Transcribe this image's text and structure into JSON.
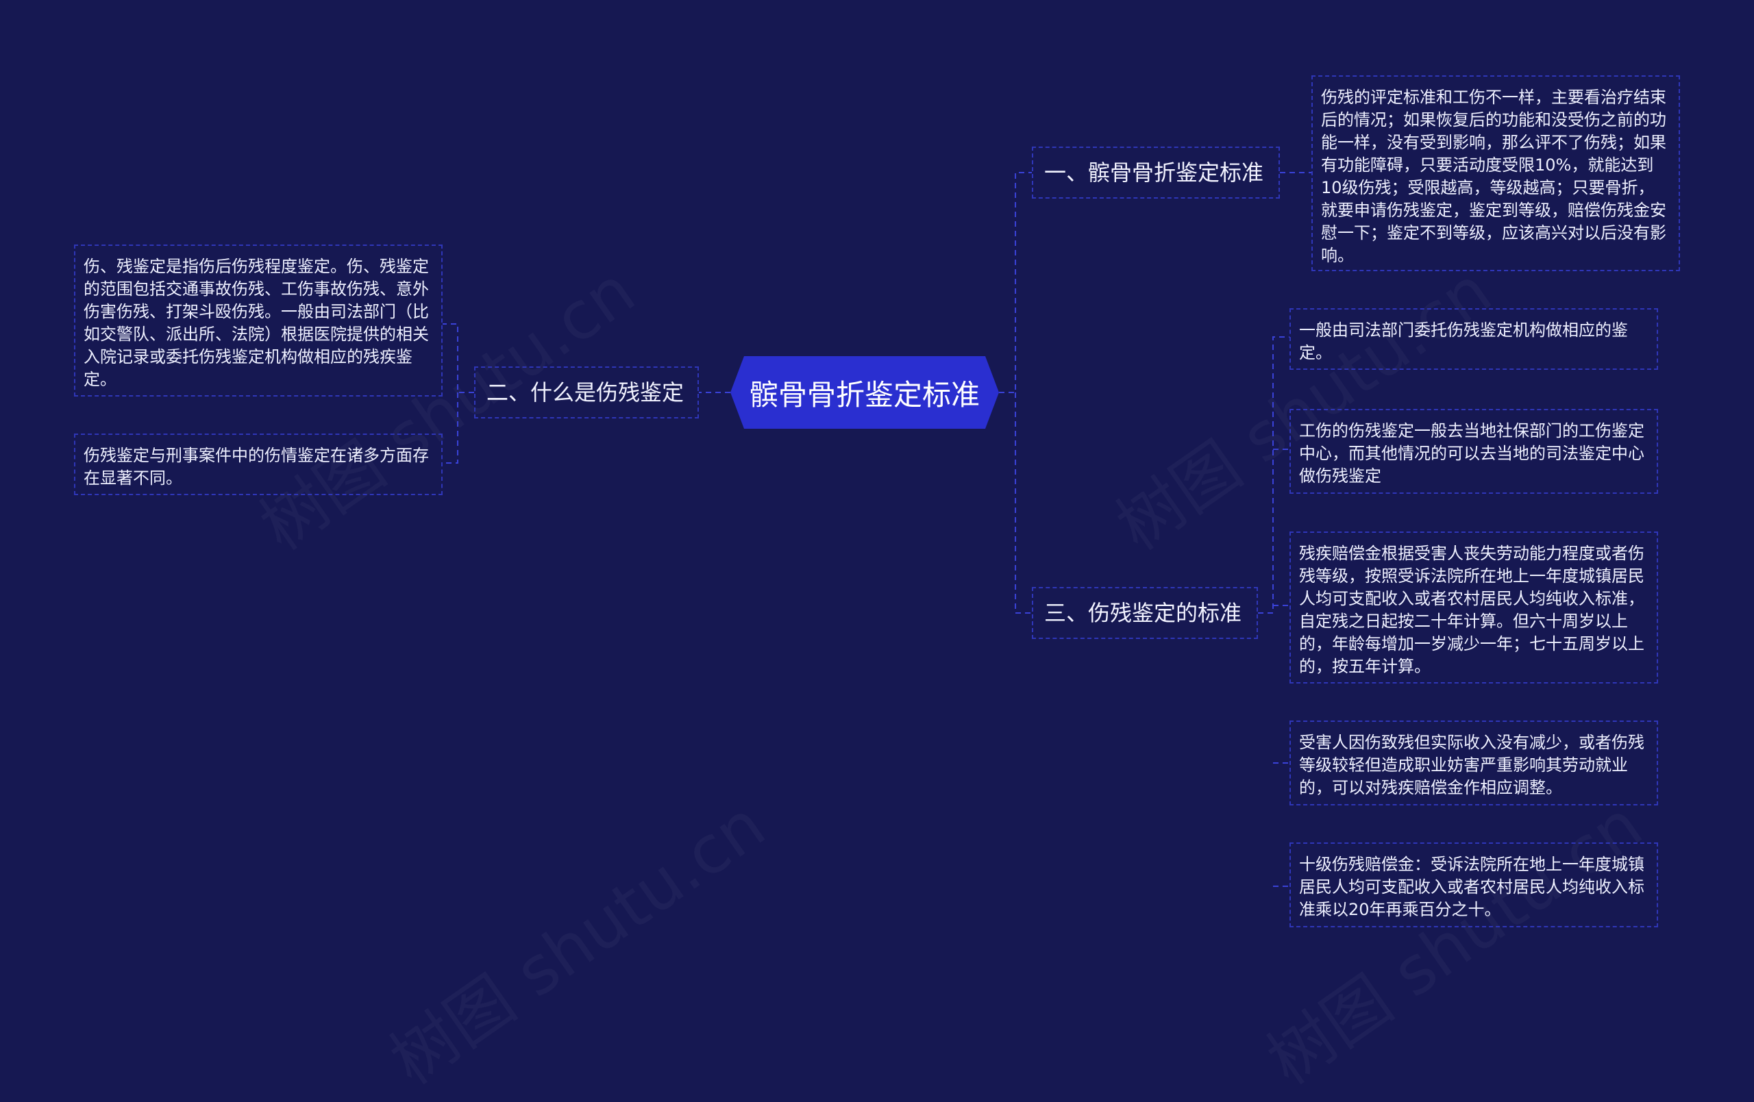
{
  "root": {
    "title": "髌骨骨折鉴定标准"
  },
  "branches": {
    "b1": {
      "label": "一、髌骨骨折鉴定标准"
    },
    "b2": {
      "label": "二、什么是伤残鉴定"
    },
    "b3": {
      "label": "三、伤残鉴定的标准"
    }
  },
  "leaves": {
    "b1_0": "伤残的评定标准和工伤不一样，主要看治疗结束后的情况；如果恢复后的功能和没受伤之前的功能一样，没有受到影响，那么评不了伤残；如果有功能障碍，只要活动度受限10%，就能达到10级伤残；受限越高，等级越高；只要骨折，就要申请伤残鉴定，鉴定到等级，赔偿伤残金安慰一下；鉴定不到等级，应该高兴对以后没有影响。",
    "b2_0": "伤、残鉴定是指伤后伤残程度鉴定。伤、残鉴定的范围包括交通事故伤残、工伤事故伤残、意外伤害伤残、打架斗殴伤残。一般由司法部门（比如交警队、派出所、法院）根据医院提供的相关入院记录或委托伤残鉴定机构做相应的残疾鉴定。",
    "b2_1": "伤残鉴定与刑事案件中的伤情鉴定在诸多方面存在显著不同。",
    "b3_0": "一般由司法部门委托伤残鉴定机构做相应的鉴定。",
    "b3_1": "工伤的伤残鉴定一般去当地社保部门的工伤鉴定中心，而其他情况的可以去当地的司法鉴定中心做伤残鉴定",
    "b3_2": "残疾赔偿金根据受害人丧失劳动能力程度或者伤残等级，按照受诉法院所在地上一年度城镇居民人均可支配收入或者农村居民人均纯收入标准，自定残之日起按二十年计算。但六十周岁以上的，年龄每增加一岁减少一年；七十五周岁以上的，按五年计算。",
    "b3_3": "受害人因伤致残但实际收入没有减少，或者伤残等级较轻但造成职业妨害严重影响其劳动就业的，可以对残疾赔偿金作相应调整。",
    "b3_4": "十级伤残赔偿金：受诉法院所在地上一年度城镇居民人均可支配收入或者农村居民人均纯收入标准乘以20年再乘百分之十。"
  },
  "watermark": "树图 shutu.cn",
  "colors": {
    "background": "#161852",
    "root_fill": "#2a2fd0",
    "border": "#2f36b8",
    "connector": "#3a42d8"
  }
}
